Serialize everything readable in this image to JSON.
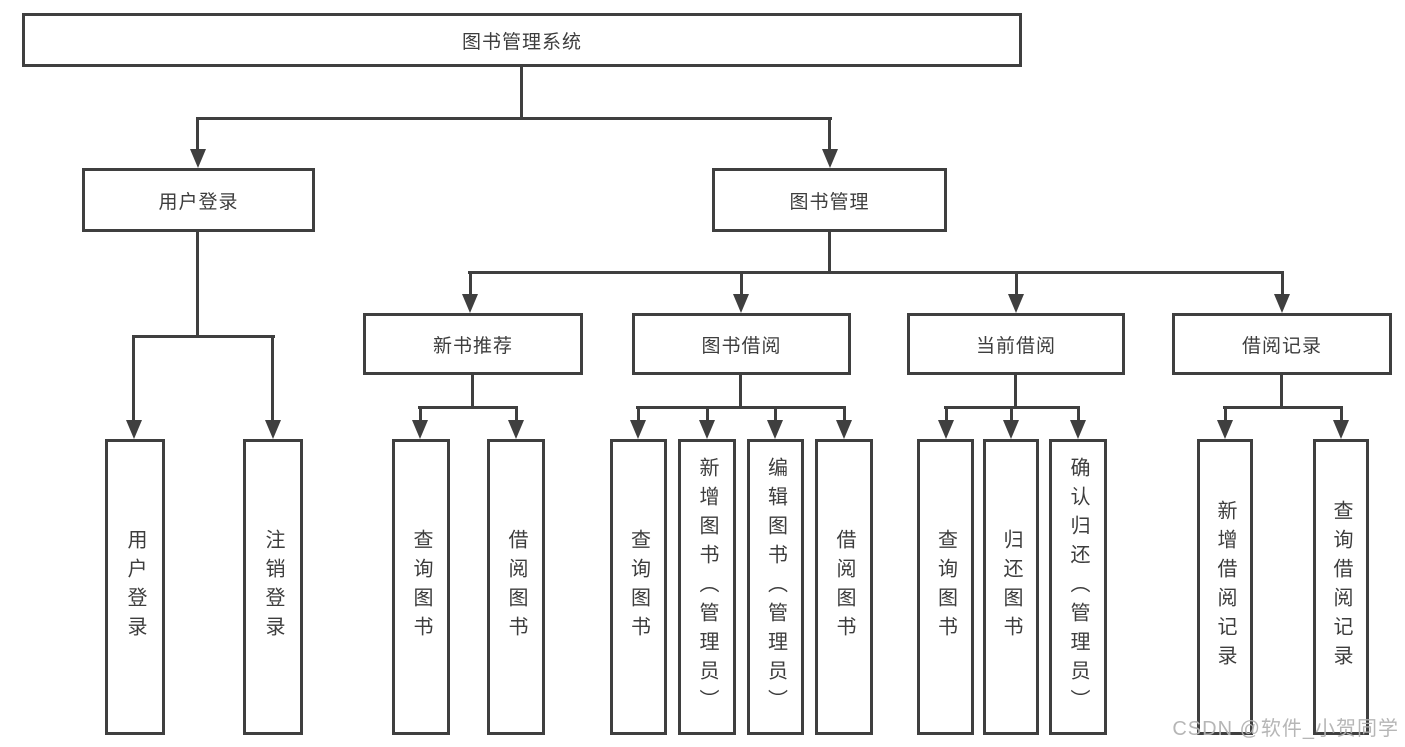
{
  "tree": {
    "root": {
      "label": "图书管理系统",
      "children": [
        {
          "label": "用户登录",
          "children": [
            {
              "label": "用户登录"
            },
            {
              "label": "注销登录"
            }
          ]
        },
        {
          "label": "图书管理",
          "children": [
            {
              "label": "新书推荐",
              "children": [
                {
                  "label": "查询图书"
                },
                {
                  "label": "借阅图书"
                }
              ]
            },
            {
              "label": "图书借阅",
              "children": [
                {
                  "label": "查询图书"
                },
                {
                  "label": "新增图书（管理员）"
                },
                {
                  "label": "编辑图书（管理员）"
                },
                {
                  "label": "借阅图书"
                }
              ]
            },
            {
              "label": "当前借阅",
              "children": [
                {
                  "label": "查询图书"
                },
                {
                  "label": "归还图书"
                },
                {
                  "label": "确认归还（管理员）"
                }
              ]
            },
            {
              "label": "借阅记录",
              "children": [
                {
                  "label": "新增借阅记录"
                },
                {
                  "label": "查询借阅记录"
                }
              ]
            }
          ]
        }
      ]
    }
  },
  "watermark": {
    "text": "CSDN @软件_小贺同学"
  },
  "colors": {
    "line": "#3f3f3f",
    "text": "#3d3d3d",
    "watermark": "#b3b3b3",
    "background": "#ffffff"
  }
}
